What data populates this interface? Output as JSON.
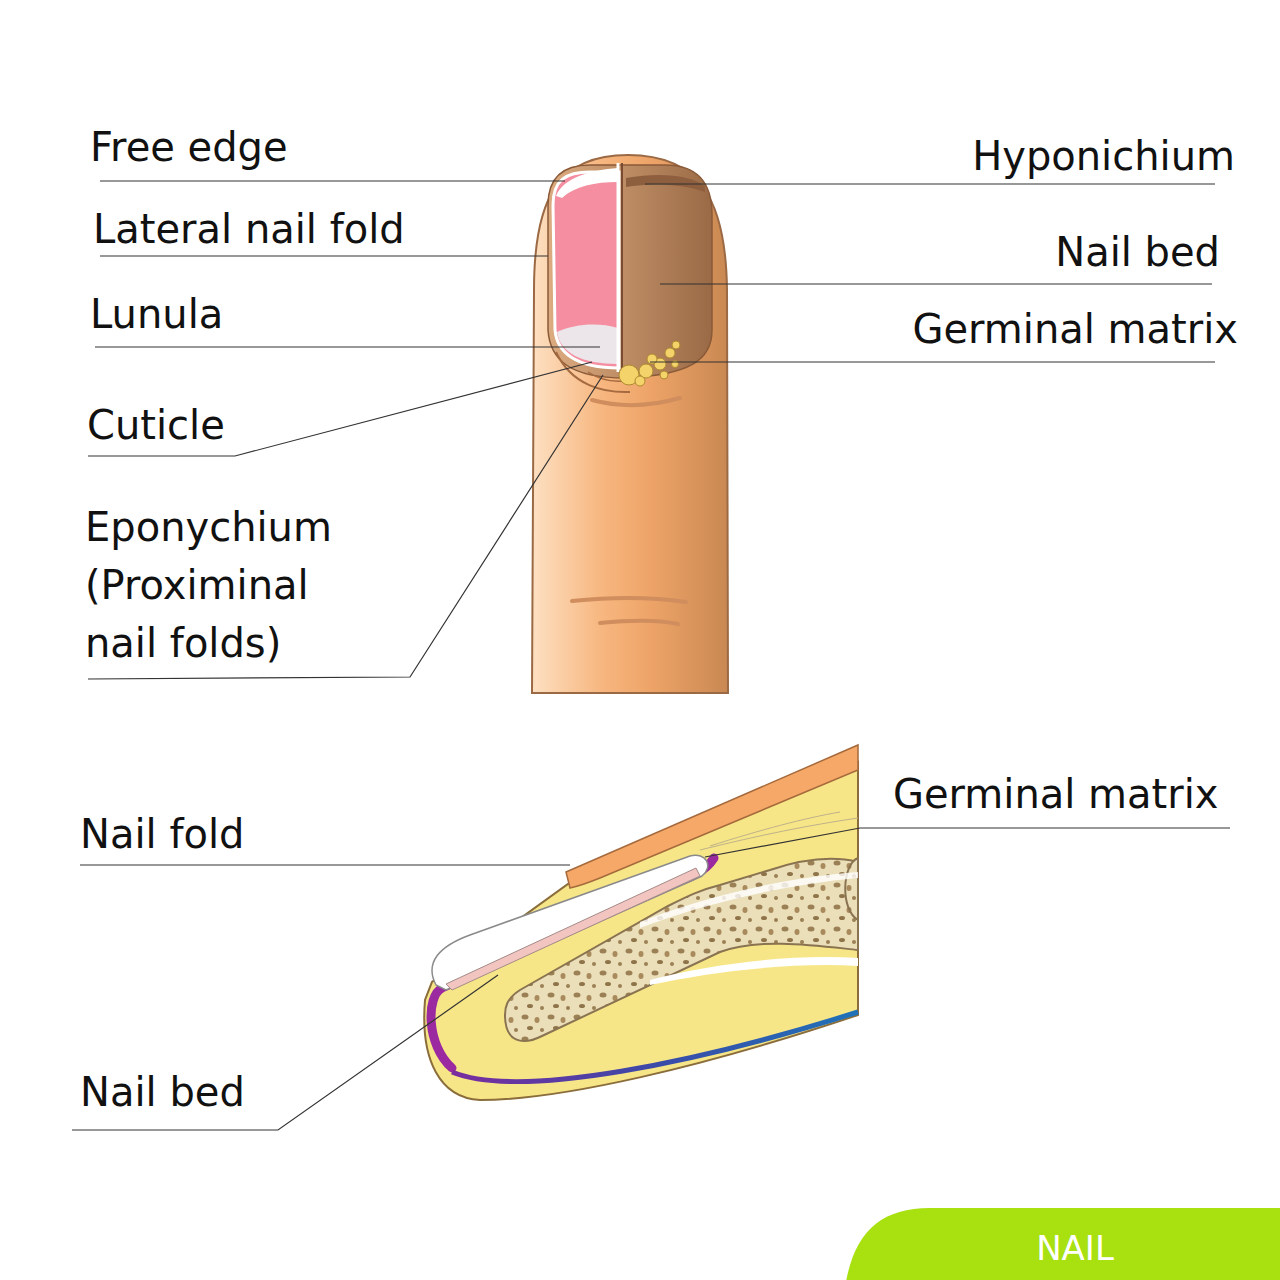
{
  "diagram": {
    "nodes": [
      {
        "text": [
          "NAIL"
        ]
      }
    ],
    "labels": [
      "Free edge",
      "Hyponichium",
      "Lateral nail fold",
      "Nail bed",
      "Lunula",
      "Germinal matrix",
      "Cuticle",
      "Eponychium (Proximinal nail folds)",
      "Germinal matrix",
      "Nail fold",
      "Nail bed"
    ]
  }
}
